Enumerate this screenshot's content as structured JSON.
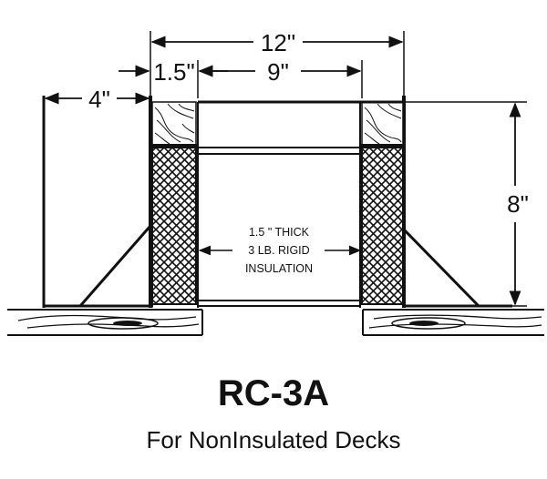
{
  "dimensions": {
    "overall_width": "12\"",
    "nailer_width": "1.5\"",
    "inner_width": "9\"",
    "flange_width": "4\"",
    "height": "8\""
  },
  "insulation_note": {
    "line1": "1.5 \" THICK",
    "line2": "3 LB. RIGID",
    "line3": "INSULATION"
  },
  "title": "RC-3A",
  "subtitle": "For NonInsulated Decks",
  "colors": {
    "ink": "#111111",
    "background": "#ffffff"
  }
}
